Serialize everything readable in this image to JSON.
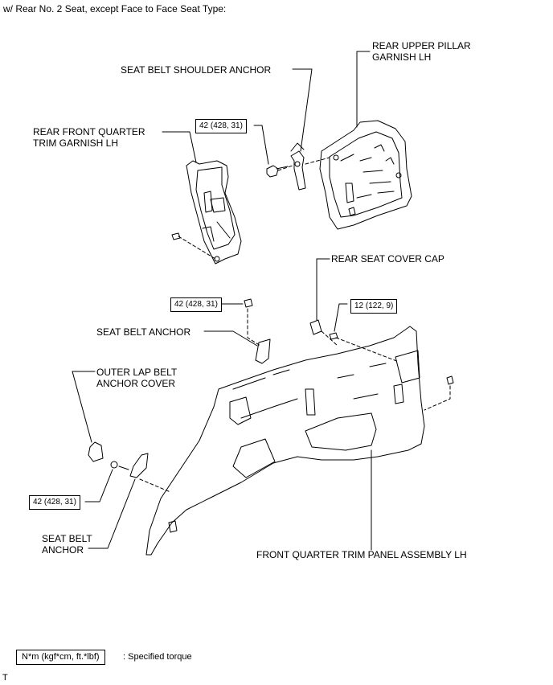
{
  "header": {
    "title": "w/ Rear No. 2 Seat, except Face to Face Seat Type:"
  },
  "labels": {
    "rear_upper_pillar_garnish": [
      "REAR UPPER PILLAR",
      "GARNISH LH"
    ],
    "seat_belt_shoulder_anchor": "SEAT BELT SHOULDER ANCHOR",
    "rear_front_quarter_trim_garnish": [
      "REAR FRONT QUARTER",
      "TRIM GARNISH LH"
    ],
    "rear_seat_cover_cap": "REAR SEAT COVER CAP",
    "seat_belt_anchor_upper": "SEAT BELT ANCHOR",
    "outer_lap_belt_anchor_cover": [
      "OUTER LAP BELT",
      "ANCHOR COVER"
    ],
    "seat_belt_anchor_lower": [
      "SEAT BELT",
      "ANCHOR"
    ],
    "front_quarter_trim_panel": "FRONT QUARTER TRIM PANEL ASSEMBLY LH"
  },
  "torque_specs": {
    "shoulder_anchor_bolt": "42 (428, 31)",
    "seat_belt_anchor_bolt": "42 (428, 31)",
    "cover_cap_bolt": "12 (122, 9)",
    "lap_anchor_bolt": "42 (428, 31)"
  },
  "legend": {
    "unit_box": "N*m (kgf*cm, ft.*lbf)",
    "description": ": Specified torque"
  },
  "footer": {
    "mark": "T"
  }
}
